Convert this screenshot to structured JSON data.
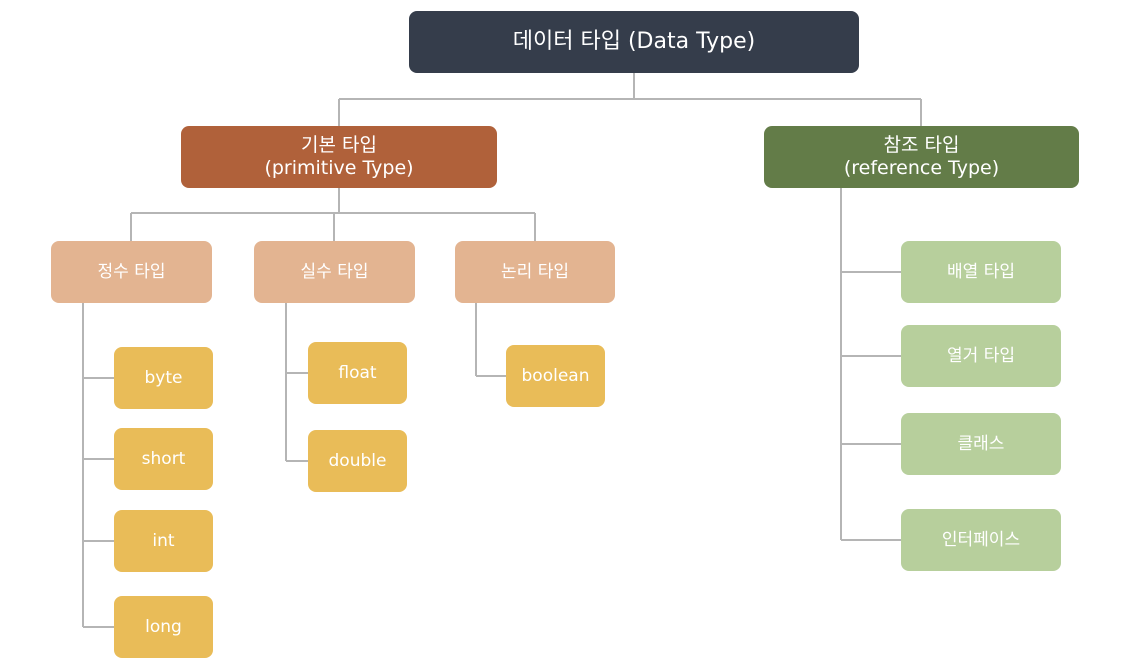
{
  "root": {
    "label": "데이터 타입 (Data Type)"
  },
  "primitive": {
    "title": "기본 타입",
    "subtitle": "(primitive Type)",
    "integer": {
      "label": "정수 타입",
      "items": [
        "byte",
        "short",
        "int",
        "long"
      ]
    },
    "real": {
      "label": "실수 타입",
      "items": [
        "float",
        "double"
      ]
    },
    "logical": {
      "label": "논리 타입",
      "items": [
        "boolean"
      ]
    }
  },
  "reference": {
    "title": "참조 타입",
    "subtitle": "(reference Type)",
    "items": [
      "배열 타입",
      "열거 타입",
      "클래스",
      "인터페이스"
    ]
  },
  "colors": {
    "root": "#353d4b",
    "primitive": "#b0613a",
    "reference": "#637c48",
    "subcategory": "#e3b491",
    "leaf": "#e9bc58",
    "reference_leaf": "#b7cf9c",
    "connector": "#b5b5b5"
  }
}
